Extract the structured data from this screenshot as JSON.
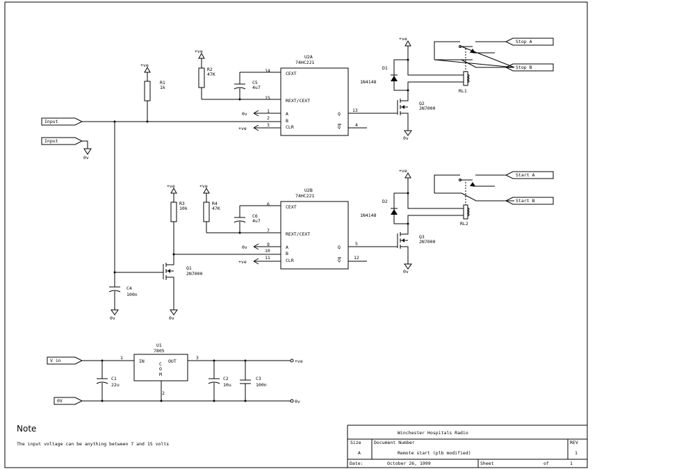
{
  "title_block": {
    "company": "Winchester Hospitals Radio",
    "size_label": "Size",
    "size_value": "A",
    "doc_number_label": "Document Number",
    "doc_title": "Remote start (plb modified)",
    "rev_label": "REV",
    "rev_value": "1",
    "date_label": "Date:",
    "date_value": "October 26, 1999",
    "sheet_label": "Sheet",
    "of_label": "of",
    "sheet_value": "1"
  },
  "note": {
    "heading": "Note",
    "text": "The input voltage can be anything between 7 and 15 volts"
  },
  "ports": {
    "input1": "Input",
    "input2": "Input",
    "stop_a": "Stop A",
    "stop_b": "Stop B",
    "start_a": "Start A",
    "start_b": "Start B",
    "vin": "V in",
    "zero_v": "0V"
  },
  "supplies": {
    "pos": "+ve",
    "zero": "0v"
  },
  "components": {
    "u2a": {
      "ref": "U2A",
      "part": "74HC221",
      "cext": "CEXT",
      "rext": "REXT/CEXT",
      "a": "A",
      "b": "B",
      "clr": "CLR",
      "q": "Q",
      "qbar": "Q"
    },
    "u2b": {
      "ref": "U2B",
      "part": "74HC221",
      "cext": "CEXT",
      "rext": "REXT/CEXT",
      "a": "A",
      "b": "B",
      "clr": "CLR",
      "q": "Q",
      "qbar": "Q"
    },
    "u1": {
      "ref": "U1",
      "part": "7805",
      "in": "IN",
      "out": "OUT",
      "com1": "C",
      "com2": "O",
      "com3": "M"
    },
    "r1": {
      "ref": "R1",
      "value": "1k"
    },
    "r2": {
      "ref": "R2",
      "value": "47K"
    },
    "r3": {
      "ref": "R3",
      "value": "10k"
    },
    "r4": {
      "ref": "R4",
      "value": "47K"
    },
    "c1": {
      "ref": "C1",
      "value": "22u"
    },
    "c2": {
      "ref": "C2",
      "value": "10u"
    },
    "c3": {
      "ref": "C3",
      "value": "100n"
    },
    "c4": {
      "ref": "C4",
      "value": "100n"
    },
    "c5": {
      "ref": "C5",
      "value": "4u7"
    },
    "c6": {
      "ref": "C6",
      "value": "4u7"
    },
    "d1": {
      "ref": "D1",
      "value": "1N4148"
    },
    "d2": {
      "ref": "D2",
      "value": "1N4148"
    },
    "q1": {
      "ref": "Q1",
      "value": "2N7000"
    },
    "q2": {
      "ref": "Q2",
      "value": "2N7000"
    },
    "q3": {
      "ref": "Q3",
      "value": "2N7000"
    },
    "rl1": {
      "ref": "RL1"
    },
    "rl2": {
      "ref": "RL2"
    }
  },
  "pins": {
    "u2a_cext": "14",
    "u2a_rext": "15",
    "u2a_a": "1",
    "u2a_b": "2",
    "u2a_clr": "3",
    "u2a_q": "13",
    "u2a_qbar": "4",
    "u2b_cext": "6",
    "u2b_rext": "7",
    "u2b_a": "9",
    "u2b_b": "10",
    "u2b_clr": "11",
    "u2b_q": "5",
    "u2b_qbar": "12",
    "u1_in": "1",
    "u1_gnd": "2",
    "u1_out": "3"
  }
}
